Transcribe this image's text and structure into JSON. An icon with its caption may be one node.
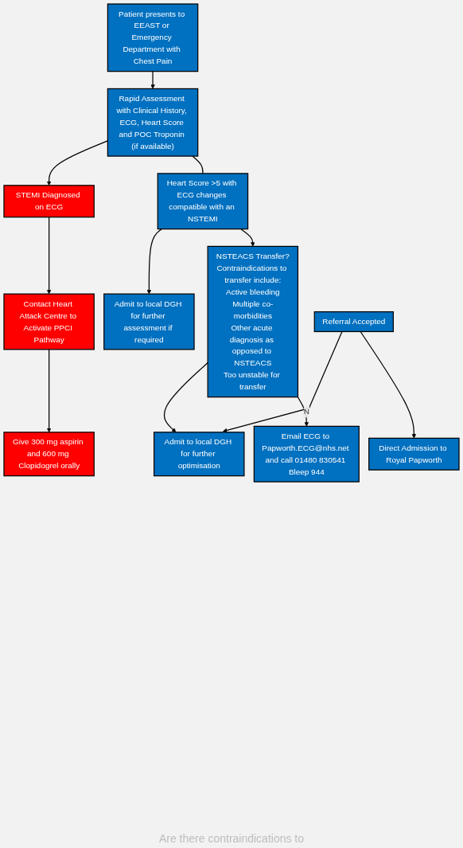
{
  "diagram": {
    "nodes": [
      {
        "text": [
          "Patient presents to EEAST or Emergency Department with Chest Pain"
        ]
      },
      {
        "text": [
          "Rapid Assessment with Clinical History, ECG, Heart Score and POC Troponin (if available)"
        ]
      },
      {
        "text": [
          "STEMI Diagnosed on ECG"
        ]
      },
      {
        "text": [
          "Contact Heart Attack Centre to Activate PPCI Pathway"
        ]
      },
      {
        "text": [
          "Give 300 mg aspirin and 600 mg Clopidogrel orally"
        ]
      },
      {
        "text": [
          "Heart Score >5 with ECG changes compatible with an NSTEMI"
        ]
      },
      {
        "text": [
          "Admit to local DGH for further assessment if required"
        ]
      },
      {
        "text": [
          "NSTEACS Transfer?",
          "Contraindications to transfer include:",
          "Active bleeding",
          "Multiple co-morbidities",
          "Other acute diagnosis as opposed to NSTEACS",
          "Too unstable for transfer"
        ]
      },
      {
        "text": [
          "Admit to local DGH for further optimisation"
        ]
      },
      {
        "text": [
          "Email ECG to Papworth.ECG@nhs.net and call 01480 830541 Bleep 944"
        ]
      },
      {
        "text": [
          "Referral Accepted"
        ]
      },
      {
        "text": [
          "Direct Admission to Royal Papworth"
        ]
      }
    ],
    "edges": [
      {
        "from": 0,
        "to": 1,
        "arrow": "to"
      },
      {
        "from": 1,
        "to": 2,
        "arrow": "to"
      },
      {
        "from": 2,
        "to": 3,
        "arrow": "to"
      },
      {
        "from": 3,
        "to": 4,
        "arrow": "to"
      },
      {
        "from": 1,
        "to": 5,
        "arrow": "none"
      },
      {
        "from": 5,
        "to": 6,
        "arrow": "to"
      },
      {
        "from": 5,
        "to": 7,
        "arrow": "to"
      },
      {
        "from": 7,
        "to": 8,
        "arrow": "to"
      },
      {
        "from": 7,
        "to": 9,
        "label": "N",
        "arrow": "to"
      },
      {
        "from": 10,
        "to": 8,
        "arrow": "to"
      },
      {
        "from": 10,
        "to": 11,
        "arrow": "to"
      }
    ],
    "labels": [
      "Are there contraindications to"
    ]
  }
}
